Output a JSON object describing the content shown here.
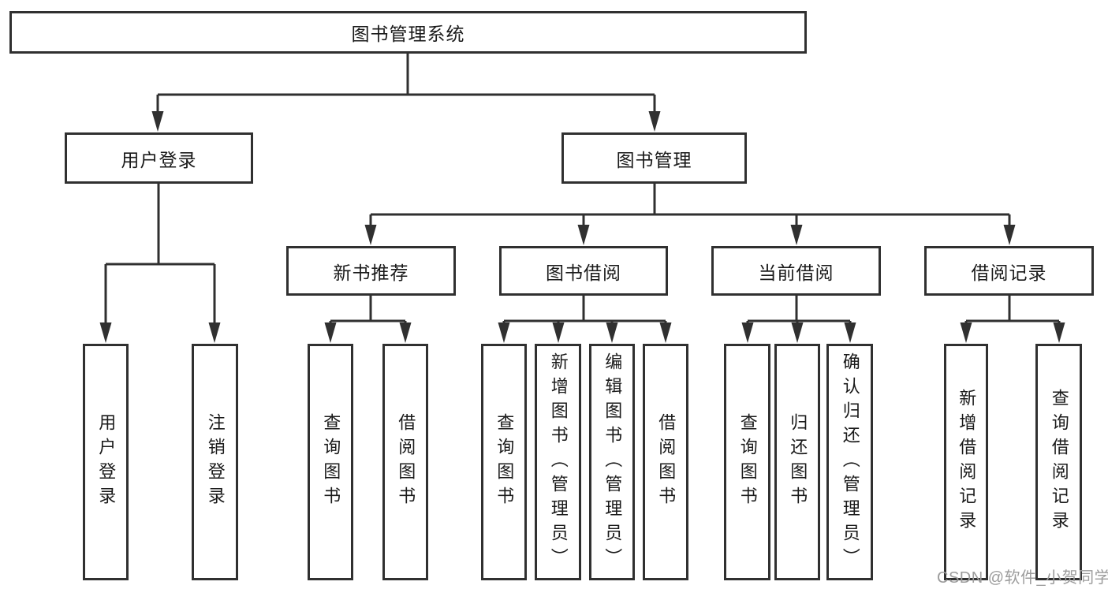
{
  "root": {
    "label": "图书管理系统"
  },
  "level2": [
    {
      "label": "用户登录"
    },
    {
      "label": "图书管理"
    }
  ],
  "level3": [
    {
      "label": "新书推荐",
      "parent": "图书管理"
    },
    {
      "label": "图书借阅",
      "parent": "图书管理"
    },
    {
      "label": "当前借阅",
      "parent": "图书管理"
    },
    {
      "label": "借阅记录",
      "parent": "图书管理"
    }
  ],
  "leaves": [
    {
      "label": "用户登录",
      "parent": "用户登录"
    },
    {
      "label": "注销登录",
      "parent": "用户登录"
    },
    {
      "label": "查询图书",
      "parent": "新书推荐"
    },
    {
      "label": "借阅图书",
      "parent": "新书推荐"
    },
    {
      "label": "查询图书",
      "parent": "图书借阅"
    },
    {
      "label": "新增图书（管理员）",
      "parent": "图书借阅"
    },
    {
      "label": "编辑图书（管理员）",
      "parent": "图书借阅"
    },
    {
      "label": "借阅图书",
      "parent": "图书借阅"
    },
    {
      "label": "查询图书",
      "parent": "当前借阅"
    },
    {
      "label": "归还图书",
      "parent": "当前借阅"
    },
    {
      "label": "确认归还（管理员）",
      "parent": "当前借阅"
    },
    {
      "label": "新增借阅记录",
      "parent": "借阅记录"
    },
    {
      "label": "查询借阅记录",
      "parent": "借阅记录"
    }
  ],
  "watermark": {
    "text": "CSDN @软件_小贺同学"
  },
  "colors": {
    "line": "#303030",
    "text": "#1a1a1a",
    "watermark": "#9c9c9c",
    "background": "#ffffff"
  }
}
